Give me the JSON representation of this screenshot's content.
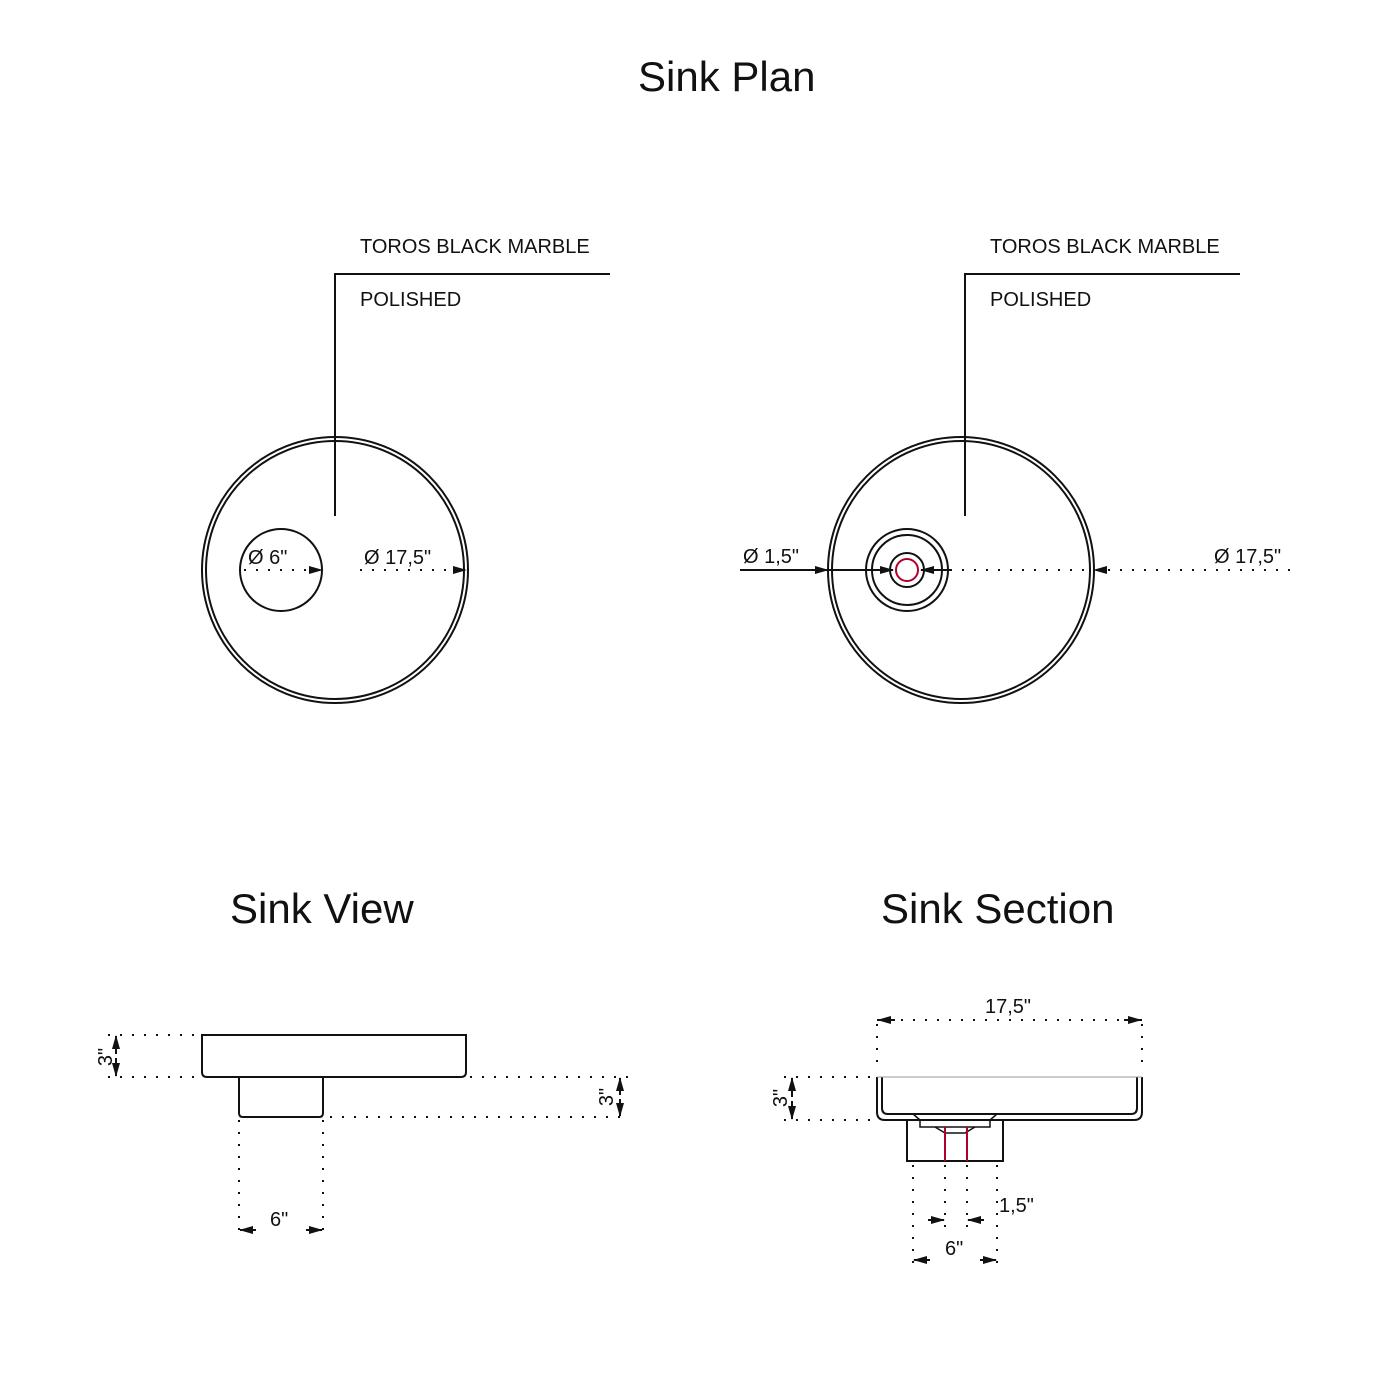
{
  "titles": {
    "plan": "Sink Plan",
    "view": "Sink View",
    "section": "Sink Section"
  },
  "plan_left": {
    "material": "TOROS BLACK MARBLE",
    "finish": "POLISHED",
    "drain_dia": "Ø 6\"",
    "sink_dia": "Ø 17,5\""
  },
  "plan_right": {
    "material": "TOROS BLACK MARBLE",
    "finish": "POLISHED",
    "drain_dia": "Ø 1,5\"",
    "sink_dia": "Ø 17,5\""
  },
  "view": {
    "top_height": "3\"",
    "bottom_height": "3\"",
    "base_width": "6\""
  },
  "section": {
    "overall_width": "17,5\"",
    "height": "3\"",
    "drain_width": "1,5\"",
    "base_width": "6\""
  },
  "colors": {
    "line": "#111111",
    "accent": "#b0002a"
  }
}
